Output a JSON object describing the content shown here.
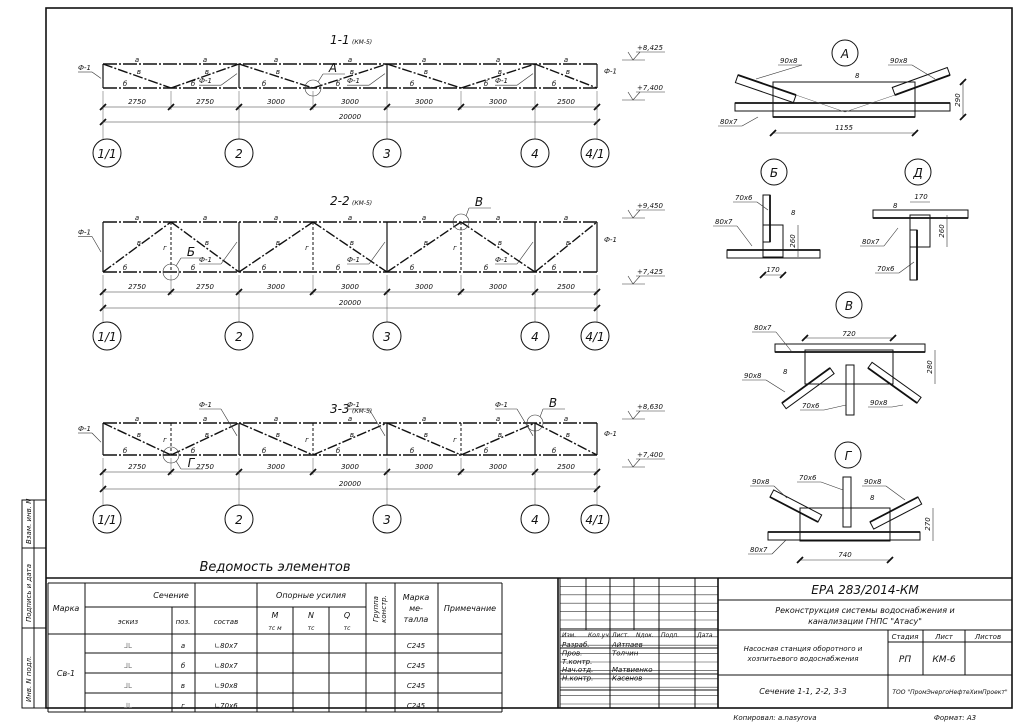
{
  "trusses": [
    {
      "title": "1-1",
      "ref": "(КМ-5)",
      "pattern": "top",
      "verticals": "ends-axes",
      "panels": [
        "2750",
        "2750",
        "3000",
        "3000",
        "3000",
        "3000",
        "2500"
      ],
      "total": "20000",
      "elev_top": "+8,425",
      "elev_bot": "+7,400",
      "callouts": [
        {
          "label": "А",
          "node": 3,
          "at": "bottom"
        }
      ]
    },
    {
      "title": "2-2",
      "ref": "(КМ-5)",
      "pattern": "bottom",
      "verticals": "all",
      "panels": [
        "2750",
        "2750",
        "3000",
        "3000",
        "3000",
        "3000",
        "2500"
      ],
      "total": "20000",
      "elev_top": "+9,450",
      "elev_bot": "+7,425",
      "callouts": [
        {
          "label": "Б",
          "node": 1,
          "at": "bottom"
        },
        {
          "label": "В",
          "node": 5,
          "at": "top"
        }
      ]
    },
    {
      "title": "3-3",
      "ref": "(КМ-5)",
      "pattern": "top",
      "verticals": "all",
      "panels": [
        "2750",
        "2750",
        "3000",
        "3000",
        "3000",
        "3000",
        "2500"
      ],
      "total": "20000",
      "elev_top": "+8,630",
      "elev_bot": "+7,400",
      "callouts": [
        {
          "label": "Г",
          "node": 1,
          "at": "bottom"
        },
        {
          "label": "В",
          "node": 6,
          "at": "top"
        }
      ]
    }
  ],
  "members": {
    "top": "а",
    "bottom": "б",
    "diag": "в",
    "vert": "г",
    "frame": "Ф-1"
  },
  "axes": [
    "1/1",
    "2",
    "3",
    "4",
    "4/1"
  ],
  "details": {
    "A": {
      "label": "А",
      "left": "90х8",
      "right": "90х8",
      "plate": "8",
      "chord": "80х7",
      "width": "1155",
      "height": "290"
    },
    "B": {
      "label": "Б",
      "vert": "70х6",
      "plate": "8",
      "chord": "80х7",
      "height": "260",
      "width": "170"
    },
    "D": {
      "label": "Д",
      "plate": "8",
      "width": "170",
      "chord": "80х7",
      "height": "260",
      "vert": "70х6"
    },
    "V": {
      "label": "В",
      "chord": "80х7",
      "width": "720",
      "height": "280",
      "plate": "8",
      "left": "90х8",
      "vert": "70х6",
      "right": "90х8"
    },
    "G": {
      "label": "Г",
      "left": "90х8",
      "vert": "70х6",
      "right": "90х8",
      "plate": "8",
      "height": "270",
      "chord": "80х7",
      "width": "740"
    }
  },
  "table": {
    "title": "Ведомость элементов",
    "h_mark": "Марка",
    "h_section": "Сечение",
    "h_sketch": "эскиз",
    "h_pos": "поз.",
    "h_comp": "состав",
    "h_forces": "Опорные усилия",
    "h_M": "M",
    "h_M_u": "тс м",
    "h_N": "N",
    "h_N_u": "тс",
    "h_Q": "Q",
    "h_Q_u": "тс",
    "h_group": "Группа",
    "h_group2": "констр.",
    "h_metal": "Марка",
    "h_metal2": "ме-",
    "h_metal3": "талла",
    "h_note": "Примечание",
    "mark": "Св-1",
    "rows": [
      {
        "sketch": "⅃L",
        "pos": "а",
        "comp": "∟80х7",
        "metal": "С245"
      },
      {
        "sketch": "⅃L",
        "pos": "б",
        "comp": "∟80х7",
        "metal": "С245"
      },
      {
        "sketch": "⅃L",
        "pos": "в",
        "comp": "∟90х8",
        "metal": "С245"
      },
      {
        "sketch": "⅃L",
        "pos": "г",
        "comp": "∟70х6",
        "metal": "С245"
      }
    ]
  },
  "stamp": {
    "code": "ЕРА 283/2014-КМ",
    "project1": "Реконструкция системы водоснабжения и",
    "project2": "канализации ГНПС \"Атасу\"",
    "cols": [
      "Изм.",
      "Кол.уч.",
      "Лист.",
      "Nдок.",
      "Подп.",
      "Дата"
    ],
    "people": [
      [
        "Разраб.",
        "Айтпаев"
      ],
      [
        "Пров.",
        "Толчин"
      ],
      [
        "Т.контр.",
        ""
      ],
      [
        "Нач.отд.",
        "Матвиенко"
      ],
      [
        "Н.контр.",
        "Касенов"
      ]
    ],
    "object1": "Насосная станция оборотного и",
    "object2": "хозпитьевого водоснабжения",
    "stage_h": "Стадия",
    "sheet_h": "Лист",
    "sheets_h": "Листов",
    "stage": "РП",
    "sheet": "КМ-6",
    "sheet_title": "Сечение 1-1, 2-2, 3-3",
    "company": "ТОО \"ПромЭнергоНефтеХимПроект\"",
    "copied": "Копировал: a.nasyrova",
    "format": "Формат: А3"
  },
  "side": [
    "Взам. инв. N",
    "Подпись и дата",
    "Инв. N подл."
  ]
}
